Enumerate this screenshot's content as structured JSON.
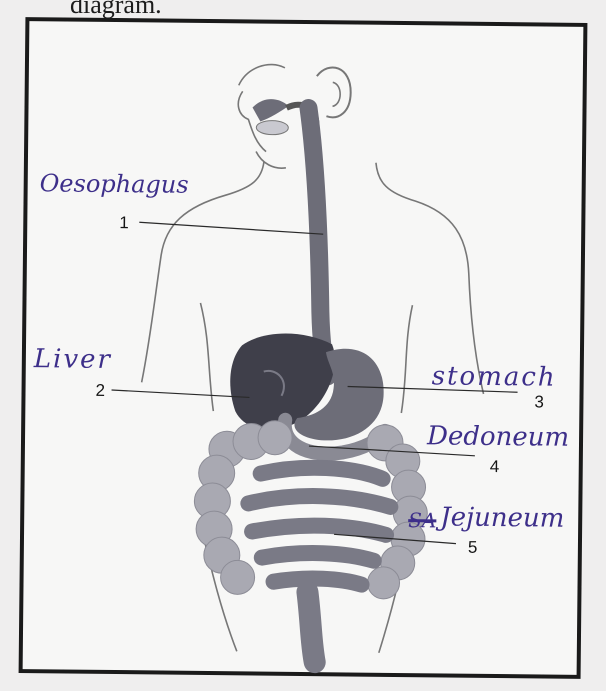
{
  "caption_fragment": "diagram.",
  "labels": [
    {
      "number": "1",
      "handwritten": "Oesophagus"
    },
    {
      "number": "2",
      "handwritten": "Liver"
    },
    {
      "number": "3",
      "handwritten": "stomach"
    },
    {
      "number": "4",
      "handwritten": "Dedoneum"
    },
    {
      "number": "5",
      "handwritten": "Jejuneum",
      "crossed_out": "SA"
    }
  ],
  "colors": {
    "ink": "#3d2f8a",
    "organ_dark": "#3f3f4a",
    "organ_mid": "#6d6d78",
    "intestine": "#a9a9b2"
  }
}
